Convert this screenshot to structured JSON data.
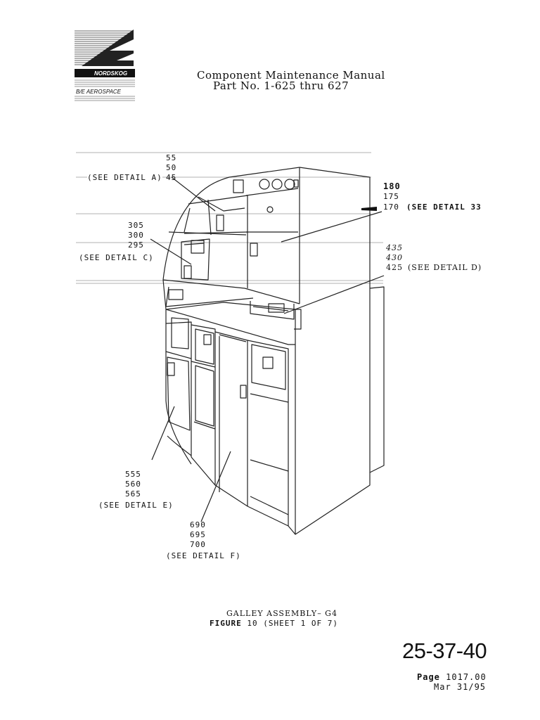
{
  "header": {
    "title": "Component Maintenance Manual",
    "part_no": "Part No. 1-625 thru 627"
  },
  "logo": {
    "brand": "NORDSKOG",
    "subbrand": "B/E AEROSPACE"
  },
  "callouts": {
    "a_items": [
      "55",
      "50",
      "45"
    ],
    "a_detail": "(SEE DETAIL A)",
    "c_items": [
      "305",
      "300",
      "295"
    ],
    "c_detail": "(SEE DETAIL C)",
    "b_items": [
      "180",
      "175",
      "170"
    ],
    "b_detail": "(SEE DETAIL 33",
    "d_items": [
      "435",
      "430",
      "425"
    ],
    "d_detail": "(SEE DETAIL D)",
    "e_items": [
      "555",
      "560",
      "565"
    ],
    "e_detail": "(SEE DETAIL E)",
    "f_items": [
      "690",
      "695",
      "700"
    ],
    "f_detail": "(SEE DETAIL F)"
  },
  "caption": {
    "line1": "GALLEY ASSEMBLY– G4",
    "figure_label": "FIGURE",
    "figure_num": "10",
    "sheet": "(SHEET 1 OF 7)"
  },
  "footer": {
    "doc_number": "25-37-40",
    "page_label": "Page",
    "page_number": "1017.00",
    "date": "Mar 31/95"
  }
}
